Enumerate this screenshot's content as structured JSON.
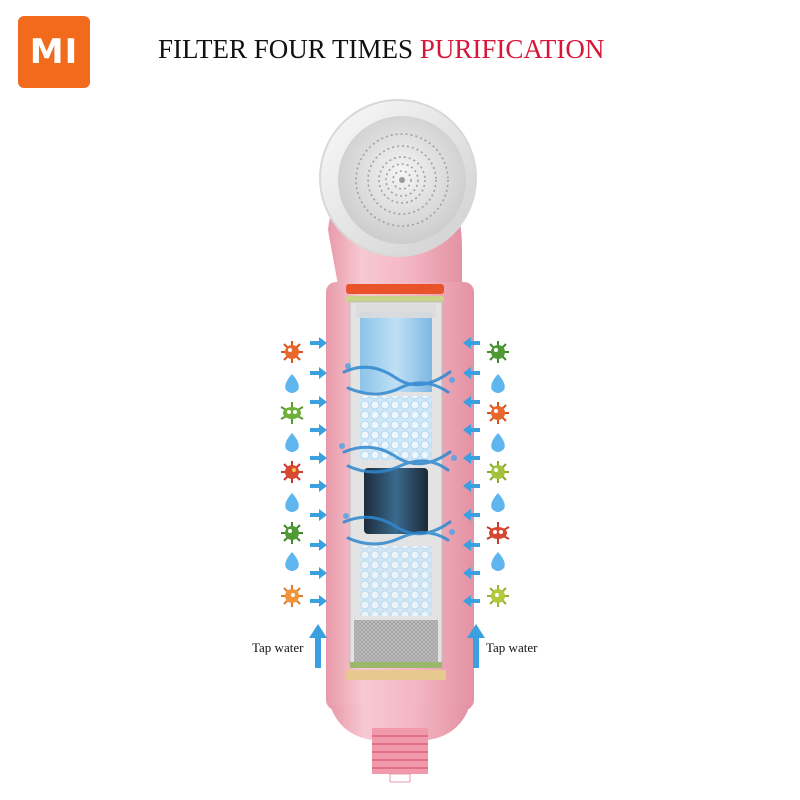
{
  "brand": {
    "logo_text": "MI",
    "logo_color": "#f26a1b"
  },
  "header": {
    "title_main": "FILTER FOUR TIMES ",
    "title_accent": "PURIFICATION",
    "accent_color": "#d9163a"
  },
  "labels": {
    "tap_left": "Tap water",
    "tap_right": "Tap water"
  },
  "colors": {
    "body_pink": "#f3b8c4",
    "arrow_blue": "#3aa0e0",
    "water_drop": "#5fb6ee"
  },
  "left_icons": [
    "orange-bacteria-icon",
    "water-drop-icon",
    "green-bacteria-icon",
    "water-drop-icon",
    "red-bacteria-icon",
    "water-drop-icon",
    "green-bacteria-icon",
    "water-drop-icon",
    "orange-bacteria-icon"
  ],
  "right_icons": [
    "green-bacteria-icon",
    "water-drop-icon",
    "orange-bacteria-icon",
    "water-drop-icon",
    "yellow-green-bacteria-icon",
    "water-drop-icon",
    "red-bacteria-icon",
    "water-drop-icon",
    "yellow-green-bacteria-icon"
  ]
}
